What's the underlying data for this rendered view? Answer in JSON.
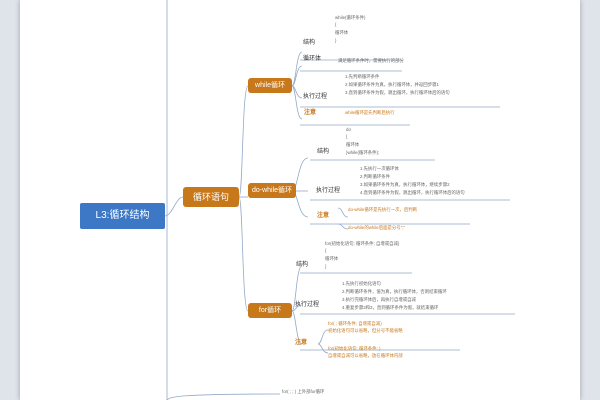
{
  "root_label": "L3:循环结构",
  "main_label": "循环语句",
  "while_loop": {
    "label": "while循环",
    "structure": {
      "label": "结构",
      "code": [
        "while(循环条件)",
        "{",
        "    循环体",
        "}"
      ]
    },
    "body": {
      "label": "循环体",
      "text": "满足循环条件时，需要执行的部分"
    },
    "process": {
      "label": "执行过程",
      "steps": [
        "1.先判断循环条件",
        "2.如果循环条件为真，执行循环体，并返回步骤1",
        "3.直到循环条件为假，跳出循环，执行循环体后的语句"
      ]
    },
    "note": {
      "label": "注意",
      "text": "while循环是先判断后执行"
    }
  },
  "do_while_loop": {
    "label": "do-while循环",
    "structure": {
      "label": "结构",
      "code": [
        "do",
        "{",
        "    循环体",
        "}while(循环条件);"
      ]
    },
    "process": {
      "label": "执行过程",
      "steps": [
        "1.先执行一次循环体",
        "2.判断循环条件",
        "3.如果循环条件为真，执行循环体，继续步骤2",
        "4.直到循环条件为假，跳出循环，执行循环体后的语句"
      ]
    },
    "note": {
      "label": "注意",
      "items": [
        "do-while循环是先执行一次，后判断",
        "do-while的while后面是分号\";\""
      ]
    }
  },
  "for_loop": {
    "label": "for循环",
    "structure": {
      "label": "结构",
      "code": [
        "for(初始化语句; 循环条件; 自增或自减)",
        "{",
        "    循环体",
        "}"
      ]
    },
    "process": {
      "label": "执行过程",
      "steps": [
        "1.先执行初始化语句",
        "2.判断循环条件，值为真，执行循环体，否则结束循环",
        "3.执行完循环体后，再执行自增或自减",
        "4.重复步骤2和3，直到循环条件为假，就结束循环"
      ]
    },
    "note": {
      "label": "注意",
      "items": [
        [
          "for( ; 循环条件; 自增或自减)",
          "初始化语句可以省略，但分号不能省略"
        ],
        [
          "for(初始化语句; 循环条件; )",
          "自增或自减可以省略，放在循环体内部"
        ]
      ]
    }
  },
  "bottom_text": "for( ; ; ) 上外部for循环",
  "colors": {
    "root": "#3d78c6",
    "branch": "#c7781b",
    "connector": "#93a9c9",
    "text": "#666666"
  }
}
